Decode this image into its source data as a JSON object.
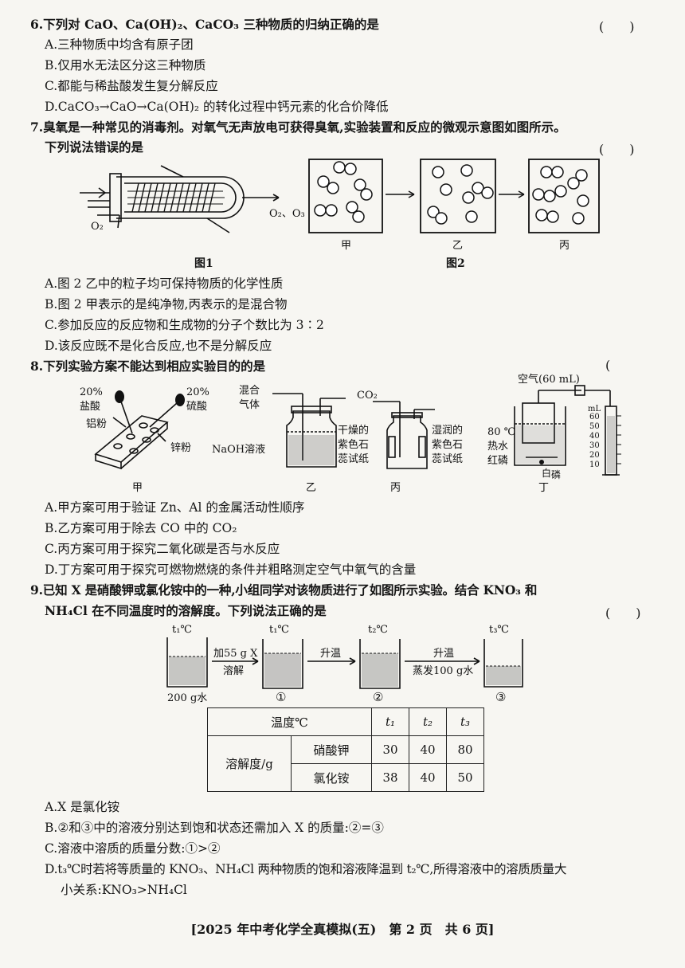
{
  "q6": {
    "stem": "6.下列对 CaO、Ca(OH)₂、CaCO₃ 三种物质的归纳正确的是",
    "paren": "(　　)",
    "options": [
      "A.三种物质中均含有原子团",
      "B.仅用水无法区分这三种物质",
      "C.都能与稀盐酸发生复分解反应",
      "D.CaCO₃→CaO→Ca(OH)₂ 的转化过程中钙元素的化合价降低"
    ]
  },
  "q7": {
    "stem1": "7.臭氧是一种常见的消毒剂。对氧气无声放电可获得臭氧,实验装置和反应的微观示意图如图所示。",
    "stem2": "下列说法错误的是",
    "paren": "(　　)",
    "fig1_in": "O₂",
    "fig1_out": "O₂、O₃",
    "fig1_caption": "图1",
    "fig2_caption": "图2",
    "box_labels": [
      "甲",
      "乙",
      "丙"
    ],
    "options": [
      "A.图 2 乙中的粒子均可保持物质的化学性质",
      "B.图 2 甲表示的是纯净物,丙表示的是混合物",
      "C.参加反应的反应物和生成物的分子个数比为 3∶2",
      "D.该反应既不是化合反应,也不是分解反应"
    ]
  },
  "q8": {
    "stem": "8.下列实验方案不能达到相应实验目的的是",
    "paren": "(",
    "jia": {
      "acid1_pct": "20%",
      "acid1": "盐酸",
      "acid2_pct": "20%",
      "acid2": "硫酸",
      "metal1": "铝粉",
      "metal2": "锌粉",
      "label": "甲"
    },
    "yi": {
      "gas1": "混合",
      "gas2": "气体",
      "liquid": "NaOH溶液",
      "label": "乙"
    },
    "bing": {
      "gas": "CO₂",
      "dry1": "干燥的",
      "dry2": "紫色石",
      "dry3": "蕊试纸",
      "wet1": "湿润的",
      "wet2": "紫色石",
      "wet3": "蕊试纸",
      "label": "丙"
    },
    "ding": {
      "air": "空气(60 mL)",
      "temp": "80 ℃",
      "water": "热水",
      "red": "红磷",
      "white1": "白",
      "white2": "磷",
      "unit": "mL",
      "ticks": [
        "60",
        "50",
        "40",
        "30",
        "20",
        "10"
      ],
      "label": "丁"
    },
    "options": [
      "A.甲方案可用于验证 Zn、Al 的金属活动性顺序",
      "B.乙方案可用于除去 CO 中的 CO₂",
      "C.丙方案可用于探究二氧化碳是否与水反应",
      "D.丁方案可用于探究可燃物燃烧的条件并粗略测定空气中氧气的含量"
    ]
  },
  "q9": {
    "stem1": "9.已知 X 是硝酸钾或氯化铵中的一种,小组同学对该物质进行了如图所示实验。结合 KNO₃ 和",
    "stem2": "NH₄Cl 在不同温度时的溶解度。下列说法正确的是",
    "paren": "(　　)",
    "beaker_temps": [
      "t₁℃",
      "t₁℃",
      "t₂℃",
      "t₃℃"
    ],
    "water": "200 g水",
    "step1_top": "加55 g X",
    "step1_bottom": "溶解",
    "step2_top": "升温",
    "step3_top": "升温",
    "step3_bottom": "蒸发100 g水",
    "beaker_nums": [
      "①",
      "②",
      "③"
    ],
    "table": {
      "temp_header": "温度℃",
      "temps": [
        "t₁",
        "t₂",
        "t₃"
      ],
      "sol_header": "溶解度/g",
      "rows": [
        {
          "name": "硝酸钾",
          "values": [
            "30",
            "40",
            "80"
          ]
        },
        {
          "name": "氯化铵",
          "values": [
            "38",
            "40",
            "50"
          ]
        }
      ]
    },
    "options": [
      "A.X 是氯化铵",
      "B.②和③中的溶液分别达到饱和状态还需加入 X 的质量:②=③",
      "C.溶液中溶质的质量分数:①>②",
      "D.t₃℃时若将等质量的 KNO₃、NH₄Cl 两种物质的饱和溶液降温到 t₂℃,所得溶液中的溶质质量大",
      "小关系:KNO₃>NH₄Cl"
    ]
  },
  "footer": "[2025 年中考化学全真模拟(五)　第 2 页　共 6 页]"
}
